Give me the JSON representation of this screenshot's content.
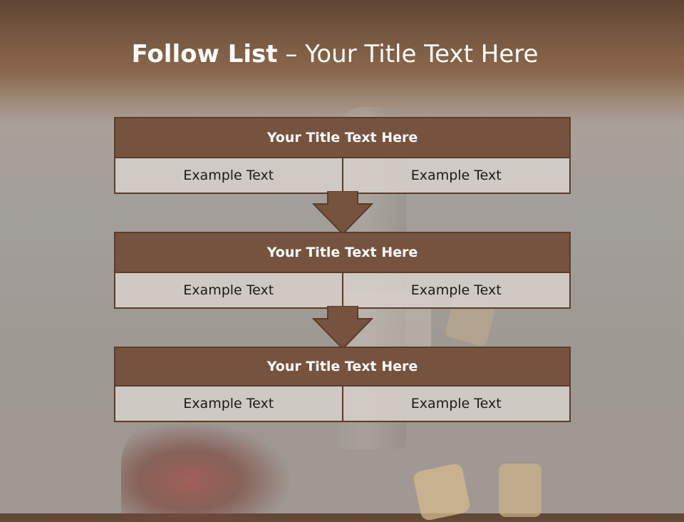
{
  "slide": {
    "title_bold": "Follow List",
    "title_rest": " – Your Title Text Here"
  },
  "blocks": [
    {
      "title": "Your Title Text Here",
      "left": "Example Text",
      "right": "Example Text"
    },
    {
      "title": "Your Title Text Here",
      "left": "Example Text",
      "right": "Example Text"
    },
    {
      "title": "Your Title Text Here",
      "left": "Example Text",
      "right": "Example Text"
    }
  ],
  "colors": {
    "header_fill": "#76533f",
    "border": "#5a3c2c",
    "cell_fill": "#d6cfc9"
  }
}
